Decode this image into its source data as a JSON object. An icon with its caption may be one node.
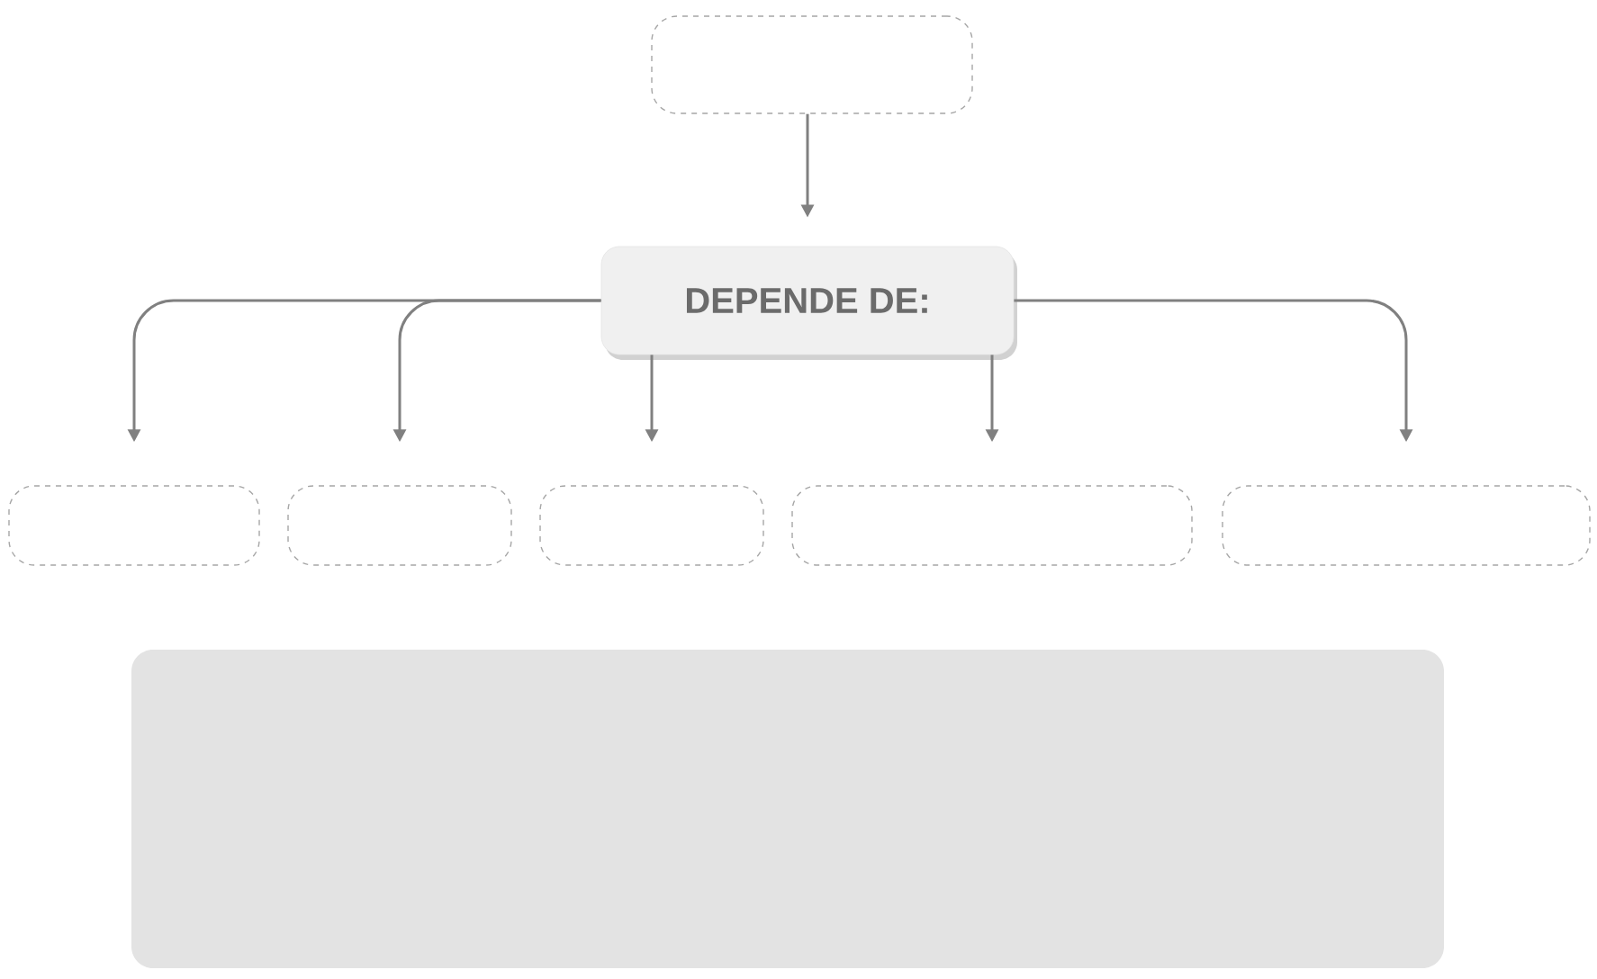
{
  "diagram": {
    "nodes": [
      {
        "text": [],
        "shape": "box"
      },
      {
        "text": [
          "DEPENDE DE:"
        ]
      },
      {
        "text": [],
        "shape": "box"
      },
      {
        "text": [],
        "shape": "box"
      },
      {
        "text": [],
        "shape": "box"
      },
      {
        "text": [],
        "shape": "box"
      },
      {
        "text": [],
        "shape": "box"
      },
      {
        "text": [],
        "shape": "box"
      }
    ],
    "edges": [
      {
        "from": 0,
        "to": 1,
        "arrow": "to"
      },
      {
        "from": 1,
        "to": 2,
        "arrow": "to"
      },
      {
        "from": 1,
        "to": 3,
        "arrow": "to"
      },
      {
        "from": 1,
        "to": 4,
        "arrow": "to"
      },
      {
        "from": 1,
        "to": 5,
        "arrow": "to"
      },
      {
        "from": 1,
        "to": 6,
        "arrow": "to"
      }
    ]
  }
}
